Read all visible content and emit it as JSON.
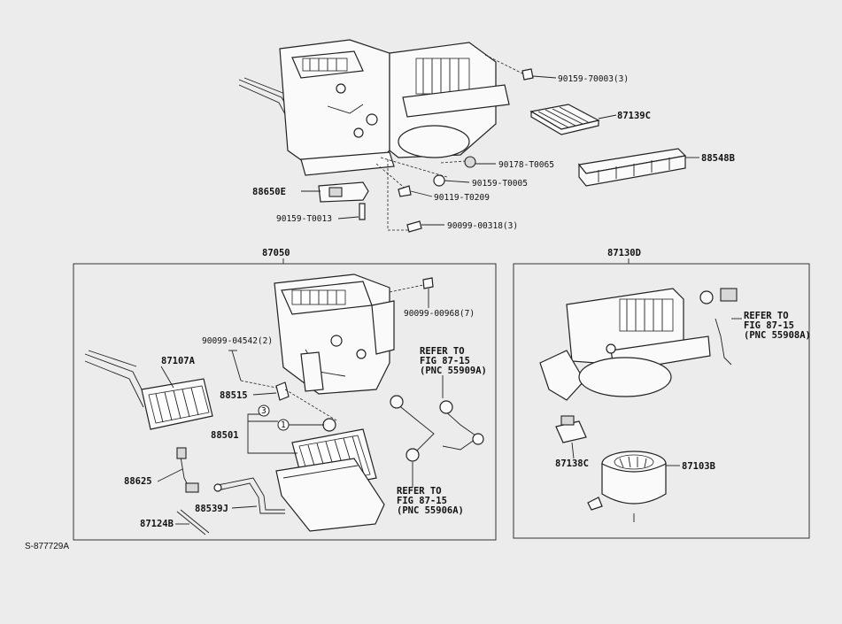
{
  "figure_id": "S-877729A",
  "group_labels": {
    "left_assembly": "87050",
    "right_assembly": "87130D"
  },
  "callouts": {
    "bolt_top": "90159-70003(3)",
    "filter": "87139C",
    "filter_cover": "88548B",
    "nut": "90178-T0065",
    "bolt_mid": "90159-T0005",
    "clip": "90119-T0209",
    "screw_low": "90099-00318(3)",
    "amplifier": "88650E",
    "bolt_amp": "90159-T0013",
    "screw_case": "90099-00968(7)",
    "screw_core": "90099-04542(2)",
    "heater_core": "87107A",
    "valve": "88515",
    "evaporator": "88501",
    "circle_1": "1",
    "circle_3": "3",
    "thermistor": "88625",
    "hose": "88539J",
    "pipe": "87124B",
    "resistor": "87138C",
    "blower_motor": "87103B"
  },
  "references": {
    "ref1": [
      "REFER TO",
      "FIG 87-15",
      "(PNC 55909A)"
    ],
    "ref2": [
      "REFER TO",
      "FIG 87-15",
      "(PNC 55906A)"
    ],
    "ref3": [
      "REFER TO",
      "FIG 87-15",
      "(PNC 55908A)"
    ]
  }
}
